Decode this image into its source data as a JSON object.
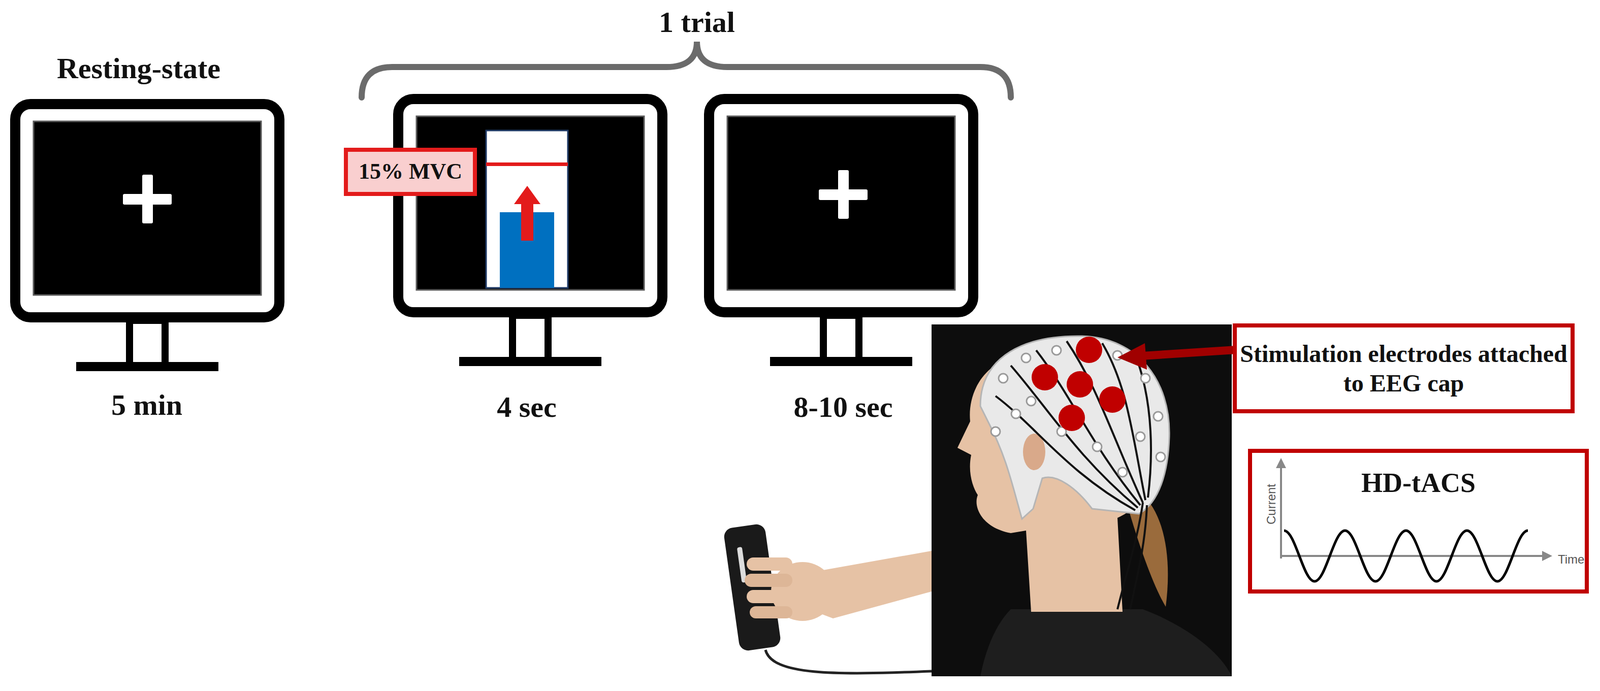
{
  "diagram": {
    "nodes": [
      {
        "text": [
          "15% MVC"
        ]
      },
      {
        "text": [
          "Stimulation electrodes attached to EEG cap"
        ]
      },
      {
        "text": [
          "HD-tACS",
          "Current",
          "Time"
        ]
      }
    ],
    "labels": [
      "Resting-state",
      "1 trial",
      "5 min",
      "4 sec",
      "8-10 sec"
    ]
  }
}
